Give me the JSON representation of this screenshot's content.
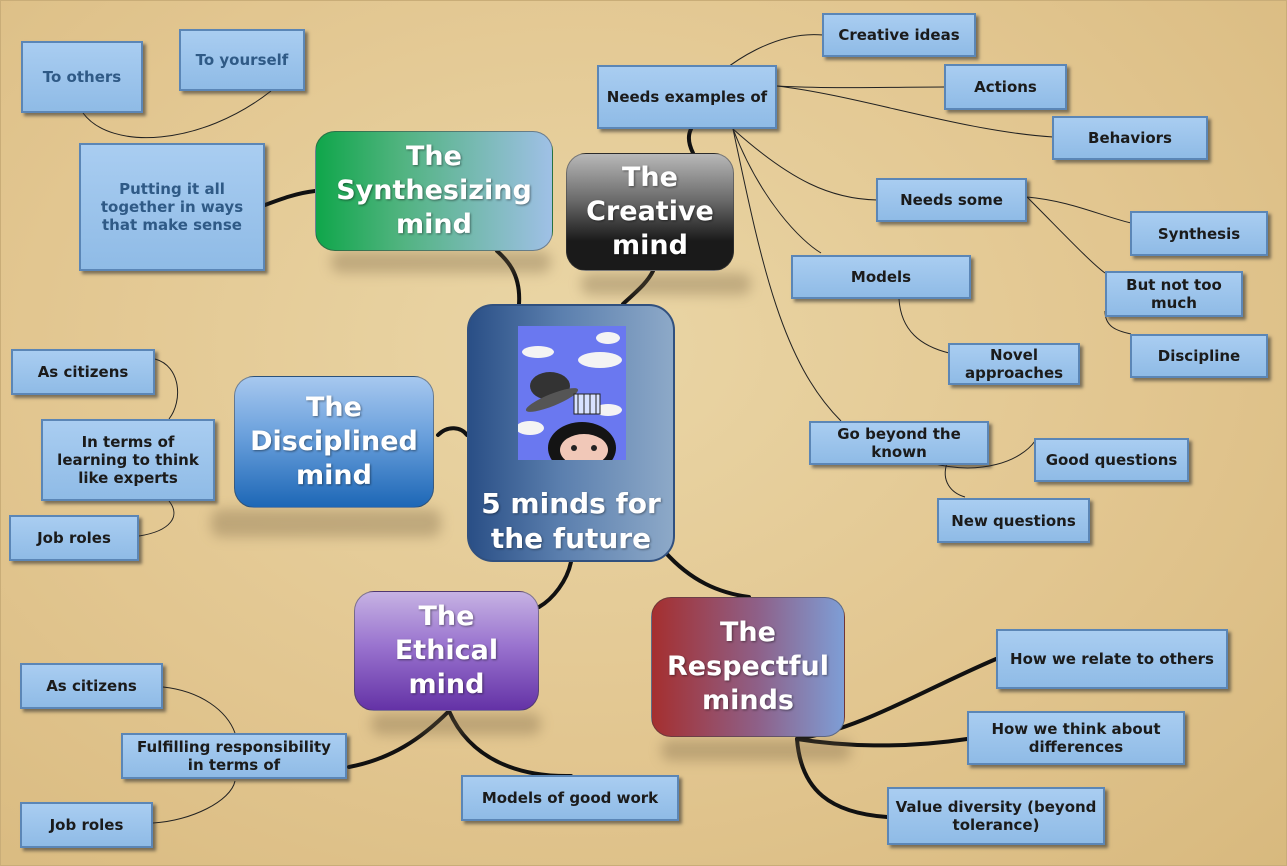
{
  "center": {
    "title": "5 minds for\nthe future"
  },
  "minds": {
    "synthesizing": "The\nSynthesizing\nmind",
    "creative": "The\nCreative\nmind",
    "disciplined": "The\nDisciplined\nmind",
    "ethical": "The\nEthical\nmind",
    "respectful": "The\nRespectful\nminds"
  },
  "synthesizing_nodes": {
    "to_others": "To others",
    "to_yourself": "To yourself",
    "putting_together": "Putting it all\ntogether in ways\nthat make sense"
  },
  "creative_nodes": {
    "needs_examples": "Needs examples of",
    "creative_ideas": "Creative ideas",
    "actions": "Actions",
    "behaviors": "Behaviors",
    "needs_some": "Needs some",
    "synthesis": "Synthesis",
    "not_too_much": "But not too\nmuch",
    "discipline": "Discipline",
    "models": "Models",
    "novel": "Novel\napproaches",
    "beyond_known": "Go beyond the\nknown",
    "good_questions": "Good questions",
    "new_questions": "New questions"
  },
  "disciplined_nodes": {
    "citizens": "As citizens",
    "learning": "In terms of\nlearning to think\nlike experts",
    "job_roles": "Job roles"
  },
  "ethical_nodes": {
    "citizens": "As citizens",
    "fulfilling": "Fulfilling responsibility\nin terms of",
    "job_roles": "Job roles",
    "models_good_work": "Models of good work"
  },
  "respectful_nodes": {
    "relate": "How we relate to others",
    "differences": "How we think about\ndifferences",
    "diversity": "Value diversity (beyond\ntolerance)"
  },
  "colors": {
    "synthesizing": [
      "#0fa64a",
      "#9fc0e6"
    ],
    "creative": [
      "#1a1a1a",
      "#b8b8b8",
      "#6b4b12"
    ],
    "disciplined": [
      "#a7c8ef",
      "#1d67b6"
    ],
    "ethical": [
      "#c6b2e3",
      "#6432a6"
    ],
    "respectful": [
      "#a52f2f",
      "#7e9ed6"
    ],
    "node_fill": "#9ec5ee",
    "node_border": "#5b86b6"
  },
  "icons": {
    "center_image": "cartoon-face-with-flying-hat-image"
  }
}
